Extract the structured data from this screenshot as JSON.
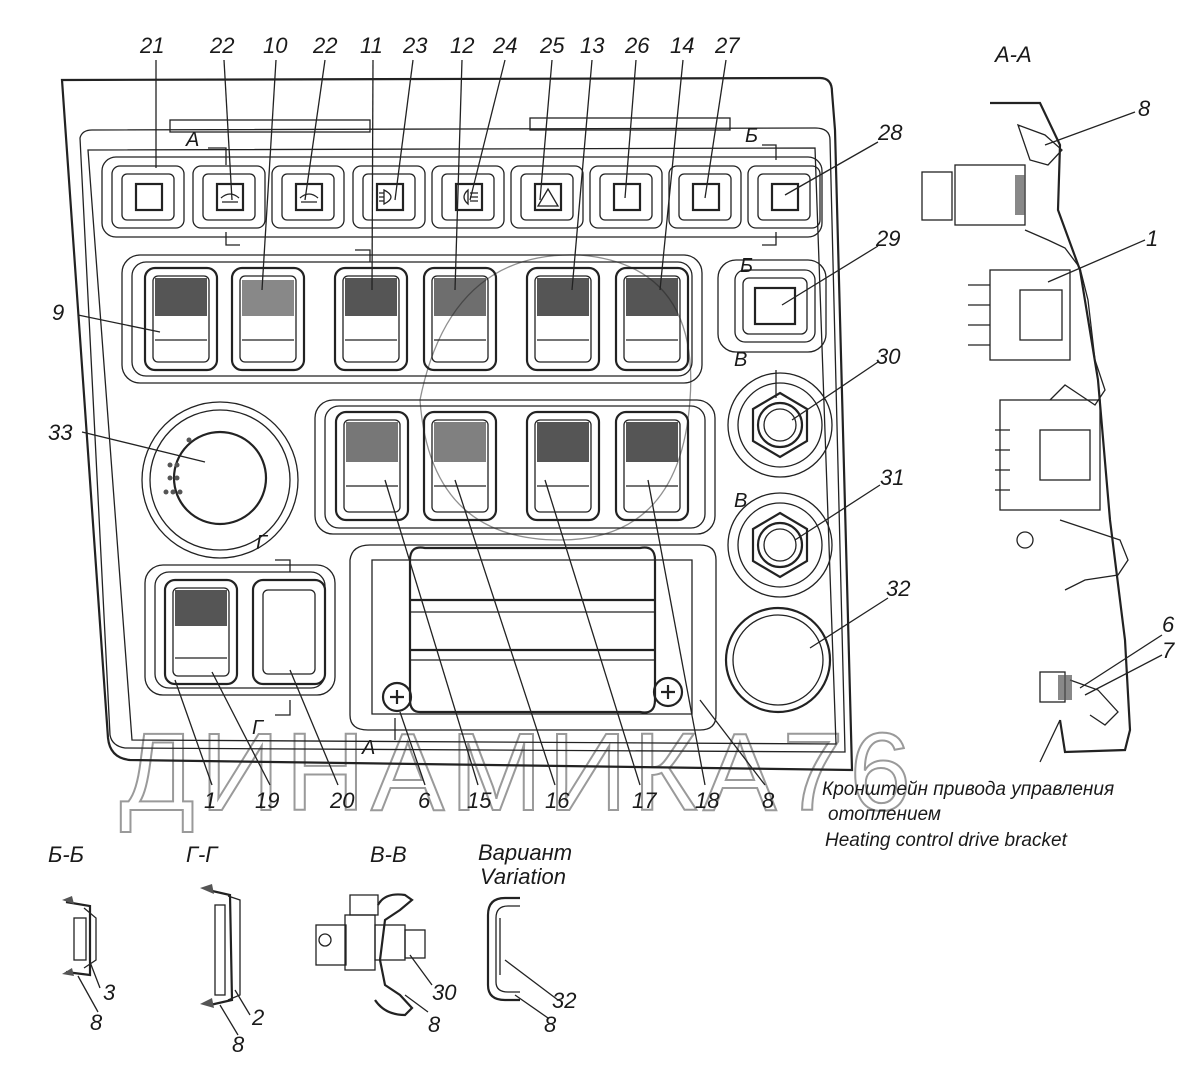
{
  "labels": {
    "n21": "21",
    "n22a": "22",
    "n10": "10",
    "n22b": "22",
    "n11": "11",
    "n23": "23",
    "n12": "12",
    "n24": "24",
    "n25": "25",
    "n13": "13",
    "n26": "26",
    "n14": "14",
    "n27": "27",
    "n28": "28",
    "n29": "29",
    "n30": "30",
    "n31": "31",
    "n32": "32",
    "n33": "33",
    "n9": "9",
    "n8": "8",
    "n1r": "1",
    "n6": "6",
    "n7": "7",
    "b1": "1",
    "b19": "19",
    "b20": "20",
    "b6": "6",
    "b15": "15",
    "b16": "16",
    "b17": "17",
    "b18": "18",
    "b8": "8"
  },
  "section_marks": {
    "a_top": "А",
    "b_top": "Б",
    "b_right": "Б",
    "v1": "В",
    "v2": "В",
    "g_top": "Г",
    "g_bottom": "Г",
    "a_bottom": "А"
  },
  "details": {
    "aa_title": "А-А",
    "bb_title": "Б-Б",
    "gg_title": "Г-Г",
    "vv_title": "В-В",
    "variant_ru": "Вариант",
    "variant_en": "Variation",
    "bb_n3": "3",
    "bb_n8": "8",
    "gg_n2": "2",
    "gg_n8": "8",
    "vv_n30": "30",
    "vv_n8": "8",
    "var_n32": "32",
    "var_n8": "8"
  },
  "caption": {
    "ru_line1": "Кронштейн привода управления",
    "ru_line2": "отоплением",
    "en": "Heating control drive bracket"
  },
  "watermark": "ДИНАМИКА76"
}
